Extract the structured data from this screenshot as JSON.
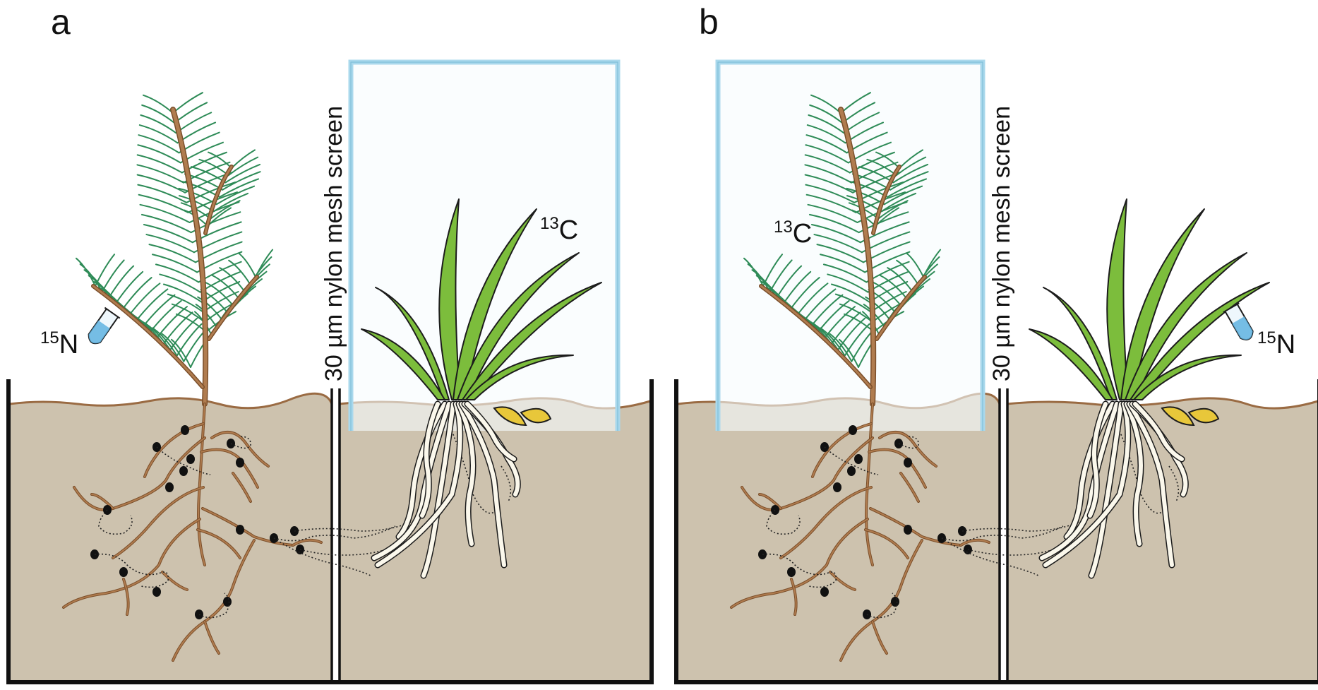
{
  "figure": {
    "panels": [
      {
        "id": "a",
        "label": "a",
        "mesh_label": "30 µm nylon mesh screen",
        "labelled_plant": "grass",
        "enclosed_plant": "grass",
        "carbon_label": {
          "mass": "13",
          "element": "C"
        },
        "nitrogen_label": {
          "mass": "15",
          "element": "N"
        },
        "nitrogen_applied_to": "pine seedling"
      },
      {
        "id": "b",
        "label": "b",
        "mesh_label": "30 µm nylon mesh screen",
        "labelled_plant": "pine seedling",
        "enclosed_plant": "pine seedling",
        "carbon_label": {
          "mass": "13",
          "element": "C"
        },
        "nitrogen_label": {
          "mass": "15",
          "element": "N"
        },
        "nitrogen_applied_to": "grass"
      }
    ],
    "colors": {
      "soil": "#cdc2ae",
      "soil_surface": "#9a6b43",
      "pot_wall": "#111111",
      "labelling_chamber": "#a9d8ec",
      "chamber_fill": "#f7fcfe",
      "pine_stem": "#b07c4f",
      "pine_stem_outline": "#7a4e2a",
      "pine_needle": "#2e8b57",
      "grass_leaf": "#7cbd3c",
      "grass_root": "#fbf8ec",
      "hyphae": "#222222",
      "root_tip": "#111111",
      "litter_leaf": "#e8c73a",
      "tube_liquid": "#5fb3e0"
    }
  }
}
